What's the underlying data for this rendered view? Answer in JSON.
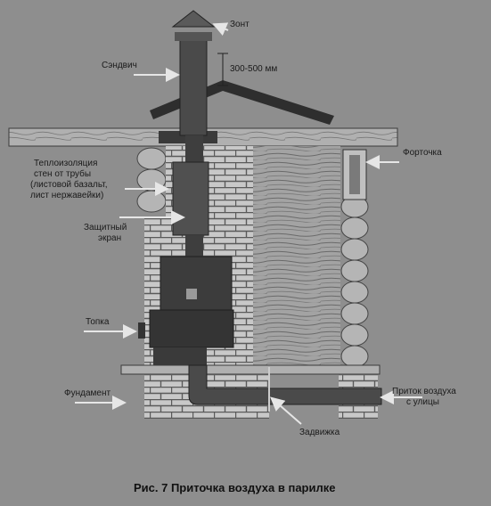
{
  "caption": "Рис. 7 Приточка воздуха в парилке",
  "labels": {
    "umbrella": "Зонт",
    "sandwich": "Сэндвич",
    "height_range": "300-500 мм",
    "vent_window": "Форточка",
    "insulation_line1": "Теплоизоляция",
    "insulation_line2": "стен от трубы",
    "insulation_line3": "(листовой базальт,",
    "insulation_line4": "лист нержавейки)",
    "shield_line1": "Защитный",
    "shield_line2": "экран",
    "firebox": "Топка",
    "foundation": "Фундамент",
    "damper": "Задвижка",
    "intake_line1": "Приток воздуха",
    "intake_line2": "с улицы"
  },
  "colors": {
    "background": "#8e8e8e",
    "brick": "#c8c8c8",
    "mortar": "#5a5a5a",
    "pipe": "#4a4a4a",
    "stove": "#3c3c3c",
    "log": "#b5b5b5",
    "wood": "#a0a0a0",
    "roof": "#2e2e2e",
    "arrow": "#e6e6e6"
  }
}
